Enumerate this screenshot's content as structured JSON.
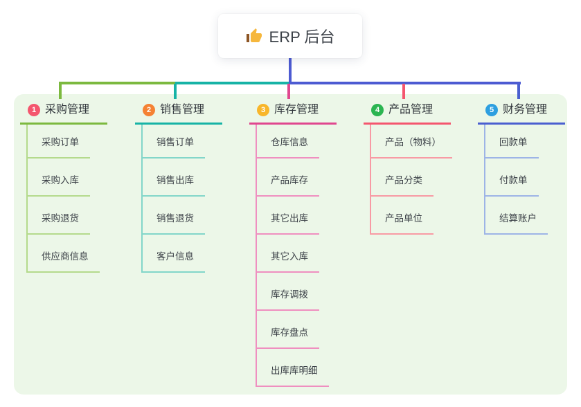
{
  "root": {
    "title": "ERP 后台",
    "icon": "thumbs-up-icon",
    "icon_color": "#f6b73c"
  },
  "palette": {
    "page_bg": "#ffffff",
    "panel_bg": "#ecf7e8",
    "root_line_blue": "#4d5bd2",
    "bus_green": "#7cb93f",
    "bus_teal": "#17b3a6",
    "bus_blue": "#4d5bd2",
    "text_dark": "#2f343a"
  },
  "branches": [
    {
      "badge": "1",
      "label": "采购管理",
      "color": "#7cb93f",
      "light_color": "#b4da8c",
      "badge_color": "#f4566e",
      "children": [
        "采购订单",
        "采购入库",
        "采购退货",
        "供应商信息"
      ]
    },
    {
      "badge": "2",
      "label": "销售管理",
      "color": "#17b3a6",
      "light_color": "#82d6c9",
      "badge_color": "#f58234",
      "children": [
        "销售订单",
        "销售出库",
        "销售退货",
        "客户信息"
      ]
    },
    {
      "badge": "3",
      "label": "库存管理",
      "color": "#e0478f",
      "light_color": "#ef8fc0",
      "badge_color": "#f8b62a",
      "children": [
        "仓库信息",
        "产品库存",
        "其它出库",
        "其它入库",
        "库存调拨",
        "库存盘点",
        "出库库明细"
      ]
    },
    {
      "badge": "4",
      "label": "产品管理",
      "color": "#f4566e",
      "light_color": "#f89aa4",
      "badge_color": "#2bb551",
      "children": [
        "产品（物料）",
        "产品分类",
        "产品单位"
      ]
    },
    {
      "badge": "5",
      "label": "财务管理",
      "color": "#4a5fd0",
      "light_color": "#9db4e6",
      "badge_color": "#2d9fe0",
      "children": [
        "回款单",
        "付款单",
        "结算账户"
      ]
    }
  ]
}
